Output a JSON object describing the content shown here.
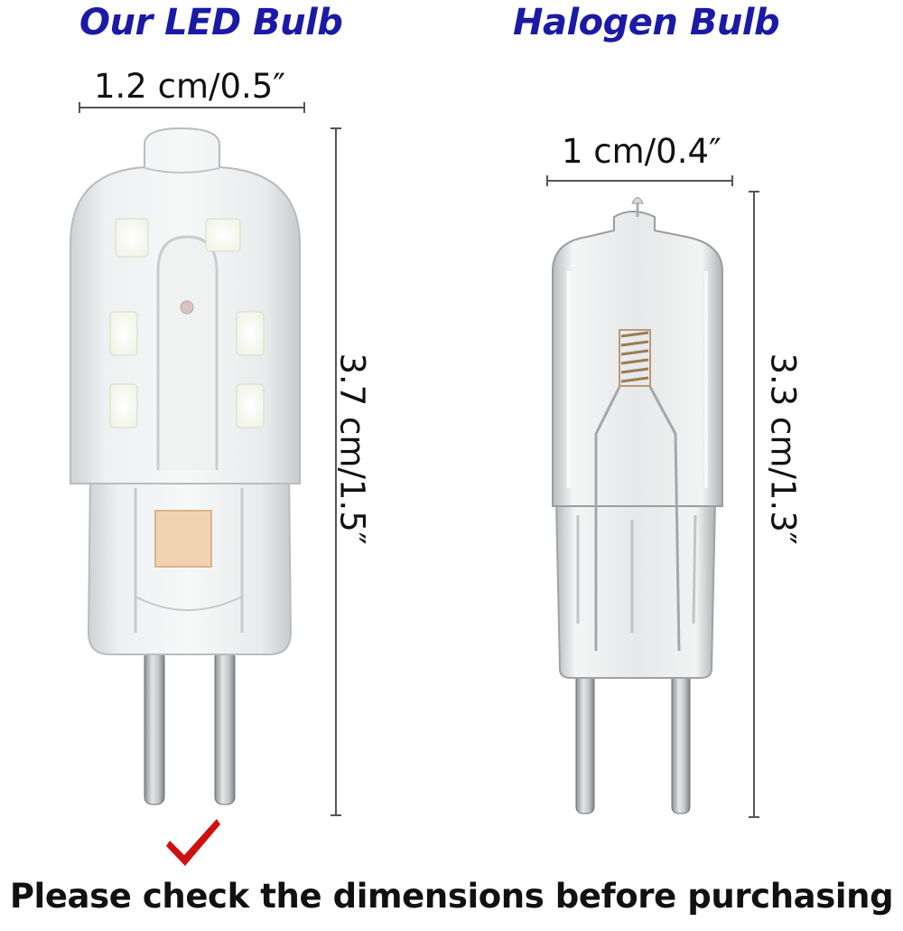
{
  "titles": {
    "led": "Our LED Bulb",
    "halogen": "Halogen Bulb"
  },
  "dimensions": {
    "led_width": "1.2 cm/0.5″",
    "led_height": "3.7 cm/1.5″",
    "halogen_width": "1 cm/0.4″",
    "halogen_height": "3.3 cm/1.3″"
  },
  "footer": "Please check the dimensions before purchasing",
  "colors": {
    "title": "#1a1aa6",
    "check": "#d01010",
    "dimension_line": "#555555"
  },
  "icons": {
    "check": "check-mark-icon"
  }
}
